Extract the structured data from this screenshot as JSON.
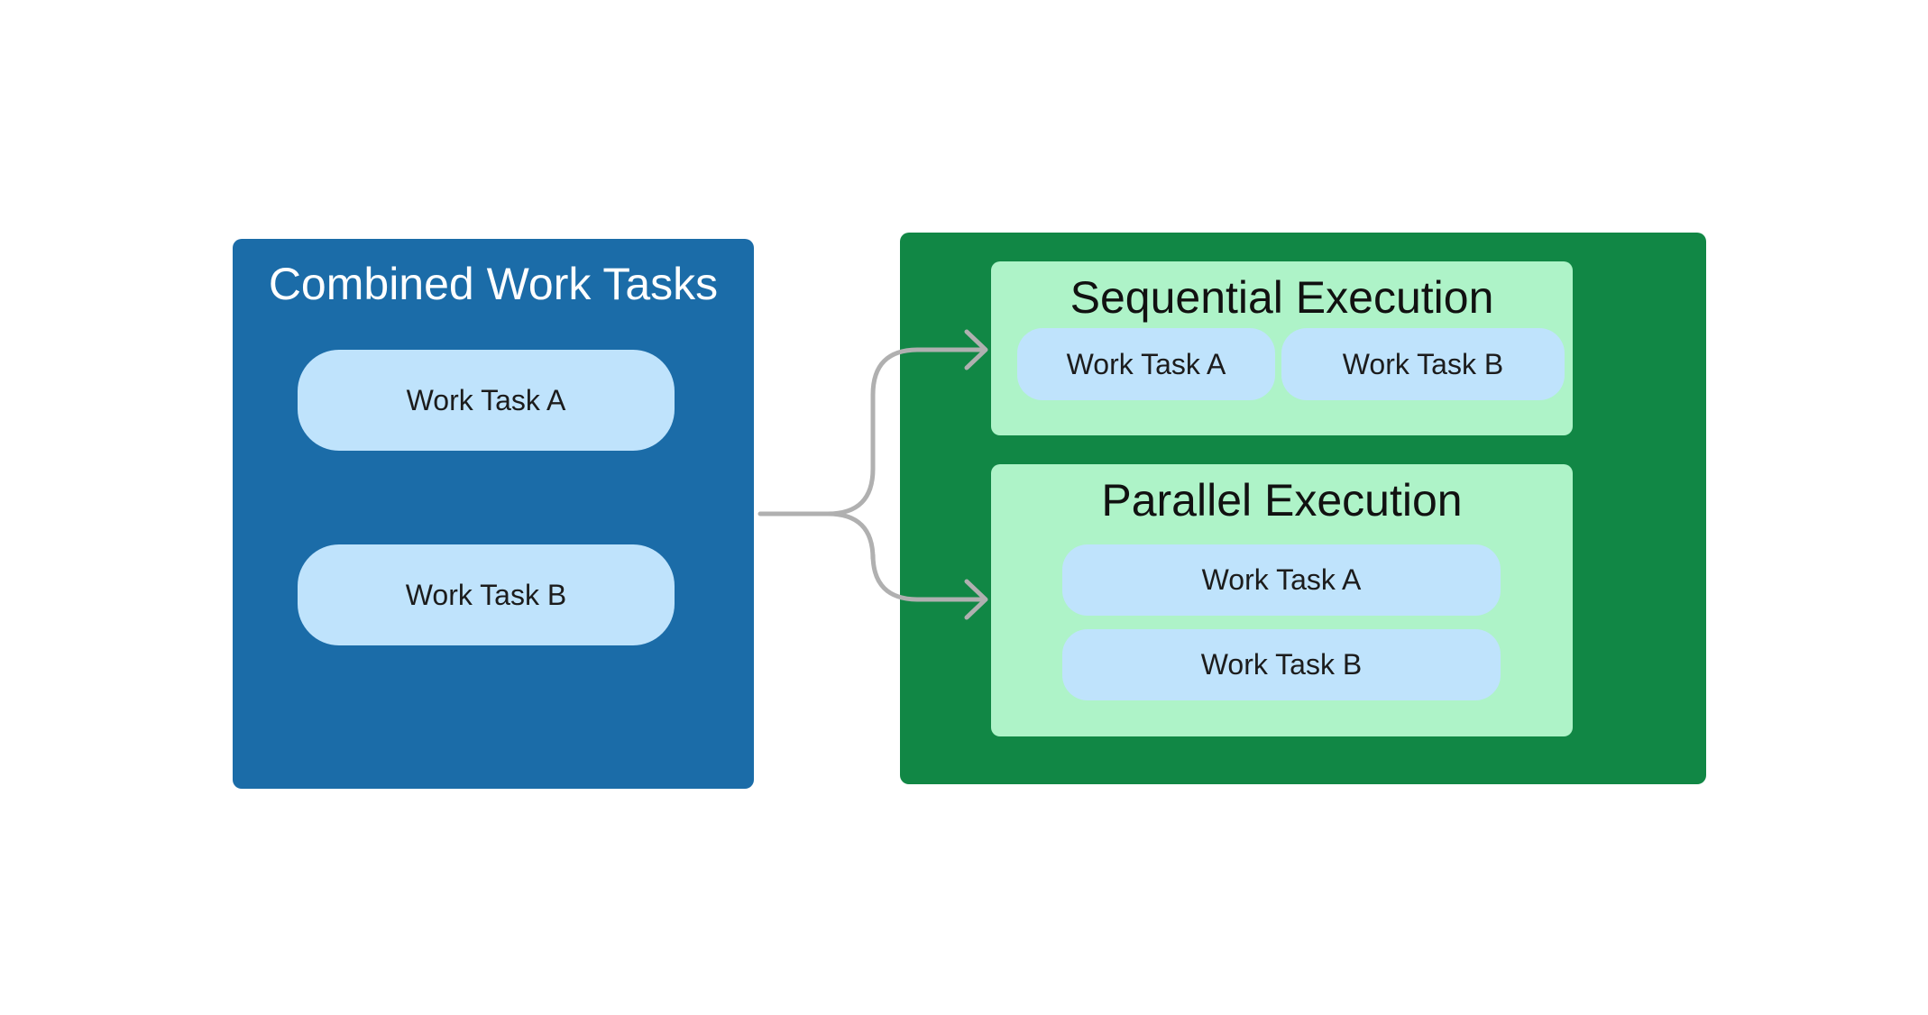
{
  "diagram": {
    "left_group": {
      "title": "Combined Work Tasks",
      "tasks": [
        "Work Task A",
        "Work Task B"
      ]
    },
    "right_group": {
      "sequential": {
        "title": "Sequential Execution",
        "tasks": [
          "Work Task A",
          "Work Task B"
        ]
      },
      "parallel": {
        "title": "Parallel Execution",
        "tasks": [
          "Work Task A",
          "Work Task B"
        ]
      }
    },
    "colors": {
      "left_panel": "#1b6ca8",
      "right_panel": "#118745",
      "sub_panel": "#aef3c8",
      "task": "#bfe3fc",
      "connector": "#b0b0b0"
    }
  }
}
